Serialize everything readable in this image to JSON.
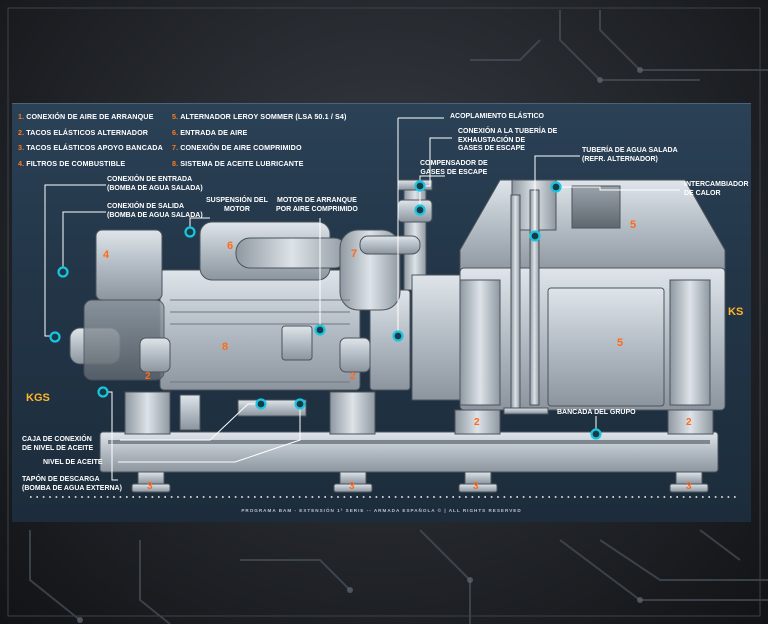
{
  "legend_left": [
    {
      "n": "1.",
      "text": "CONEXIÓN DE AIRE DE ARRANQUE"
    },
    {
      "n": "2.",
      "text": "TACOS ELÁSTICOS ALTERNADOR"
    },
    {
      "n": "3.",
      "text": "TACOS ELÁSTICOS APOYO BANCADA"
    },
    {
      "n": "4.",
      "text": "FILTROS DE COMBUSTIBLE"
    }
  ],
  "legend_right": [
    {
      "n": "5.",
      "text": "ALTERNADOR LEROY SOMMER (LSA 50.1 / S4)"
    },
    {
      "n": "6.",
      "text": "ENTRADA DE AIRE"
    },
    {
      "n": "7.",
      "text": "CONEXIÓN DE AIRE COMPRIMIDO"
    },
    {
      "n": "8.",
      "text": "SISTEMA DE ACEITE LUBRICANTE"
    }
  ],
  "labels": {
    "acoplamiento": "ACOPLAMIENTO ELÁSTICO",
    "conexion_tuberia": "CONEXIÓN A LA TUBERÍA DE\nEXHAUSTACIÓN DE\nGASES DE ESCAPE",
    "compensador": "COMPENSADOR DE\nGASES DE ESCAPE",
    "tuberia_agua": "TUBERÍA DE AGUA SALADA\n(REFR. ALTERNADOR)",
    "intercambiador": "INTERCAMBIADOR\nDE CALOR",
    "conexion_entrada": "CONEXIÓN DE ENTRADA\n(BOMBA DE AGUA SALADA)",
    "conexion_salida": "CONEXIÓN DE SALIDA\n(BOMBA DE AGUA SALADA)",
    "suspension": "SUSPENSIÓN DEL\nMOTOR",
    "motor_arranque": "MOTOR DE ARRANQUE\nPOR AIRE COMPRIMIDO",
    "bancada": "BANCADA DEL GRUPO",
    "caja_conexion": "CAJA DE CONEXIÓN\nDE NIVEL DE ACEITE",
    "nivel_aceite": "NIVEL DE ACEITE",
    "tapon": "TAPÓN DE DESCARGA\n(BOMBA DE AGUA EXTERNA)"
  },
  "side_labels": {
    "left": "KGS",
    "right": "KS"
  },
  "part_numbers": {
    "filters": "4",
    "intake": "6",
    "compressed_air": "7",
    "lube": "8",
    "alt_top": "5",
    "alt_body": "5",
    "mount_a": "2",
    "mount_b": "2",
    "mount_c": "2",
    "mount_d": "2",
    "base_a": "3",
    "base_b": "3",
    "base_c": "3",
    "base_d": "3"
  },
  "footer": "PROGRAMA BAM - EXTENSIÓN 1ª SERIE -- ARMADA ESPAÑOLA © | ALL RIGHTS RESERVED",
  "colors": {
    "accent_orange": "#ff6a1a",
    "callout_cyan": "#18c6e0",
    "side_label": "#ffb627"
  }
}
